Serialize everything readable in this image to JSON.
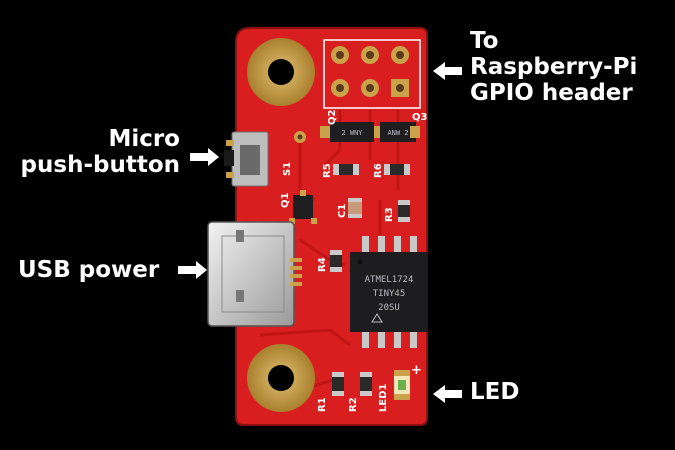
{
  "callouts": {
    "pushbutton": [
      "Micro",
      "push-button"
    ],
    "usb": "USB power",
    "gpio": [
      "To",
      "Raspberry-Pi",
      "GPIO header"
    ],
    "led": "LED"
  },
  "board": {
    "silkscreen": {
      "r1": "R1",
      "r2": "R2",
      "r3": "R3",
      "r4": "R4",
      "r5": "R5",
      "r6": "R6",
      "q1": "Q1",
      "q2": "Q2",
      "q3": "Q3",
      "s1": "S1",
      "c1": "C1",
      "led1": "LED1",
      "plus": "+",
      "q2_marking": "2 WNY",
      "q3_marking": "ANW 2"
    },
    "chip_marking": [
      "ATMEL1724",
      "TINY45",
      "20SU"
    ],
    "colors": {
      "pcb": "#d81e1e",
      "pad": "#c9a24a",
      "background": "#000000",
      "chip": "#1d1d1f"
    }
  }
}
